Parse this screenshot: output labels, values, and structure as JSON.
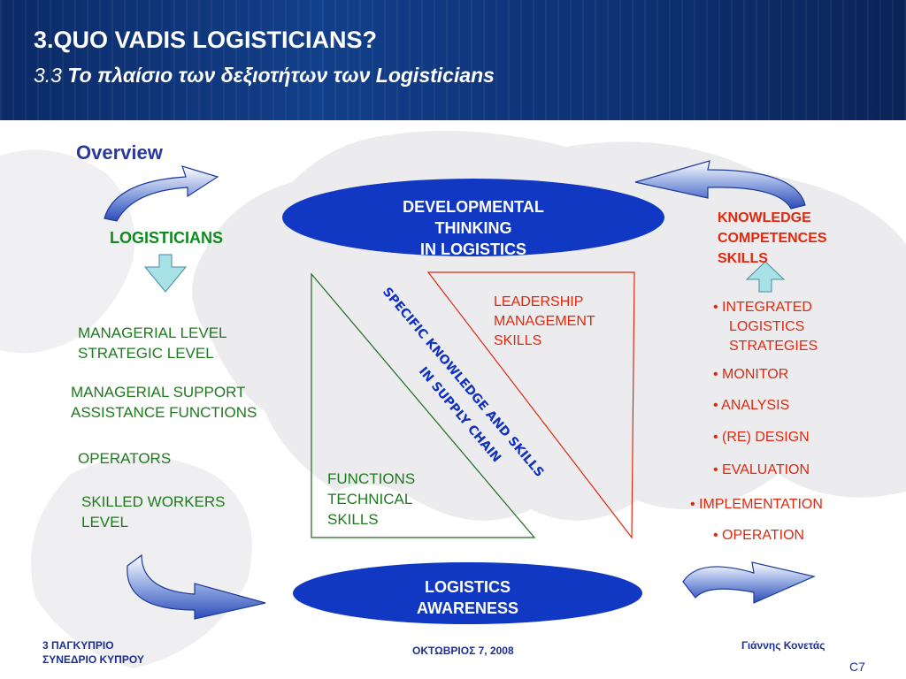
{
  "header": {
    "title": "3.QUO VADIS LOGISTICIANS?",
    "subtitle_num": "3.3",
    "subtitle_text": "Το πλαίσιο των δεξιοτήτων των Logisticians"
  },
  "overview": "Overview",
  "left": {
    "logisticians": "LOGISTICIANS",
    "managerial_level": "MANAGERIAL LEVEL",
    "strategic_level": "STRATEGIC LEVEL",
    "managerial_support": "MANAGERIAL SUPPORT",
    "assistance_functions": "ASSISTANCE FUNCTIONS",
    "operators": "OPERATORS",
    "skilled_workers": "SKILLED WORKERS",
    "level": "LEVEL"
  },
  "top_ellipse": {
    "line1": "DEVELOPMENTAL",
    "line2": "THINKING",
    "line3": "IN LOGISTICS"
  },
  "bottom_ellipse": {
    "line1": "LOGISTICS",
    "line2": "AWARENESS"
  },
  "triangle": {
    "red_line1": "LEADERSHIP",
    "red_line2": "MANAGEMENT",
    "red_line3": "SKILLS",
    "green_line1": "FUNCTIONS",
    "green_line2": "TECHNICAL",
    "green_line3": "SKILLS",
    "diag1": "SPECIFIC KNOWLEDGE AND SKILLS",
    "diag2": "IN SUPPLY CHAIN"
  },
  "right": {
    "knowledge": "KNOWLEDGE",
    "competences": "COMPETENCES",
    "skills": "SKILLS",
    "integrated_1": "INTEGRATED",
    "integrated_2": "LOGISTICS",
    "integrated_3": "STRATEGIES",
    "bullets": [
      "MONITOR",
      "ANALYSIS",
      "(RE) DESIGN",
      "EVALUATION",
      "IMPLEMENTATION",
      "OPERATION"
    ]
  },
  "footer": {
    "left_line1": "3 ΠΑΓΚΥΠΡΙΟ",
    "left_line2": "ΣΥΝΕΔΡΙΟ ΚΥΠΡΟΥ",
    "center": "ΟΚΤΩΒΡΙΟΣ  7, 2008",
    "right": "Γιάννης Κονετάς",
    "slide_num": "C7"
  },
  "colors": {
    "header_bg": "#0b2a66",
    "ellipse_blue": "#1038c2",
    "green_text": "#1e7a1e",
    "red_text": "#e0280f",
    "arrow_cyan": "#a8e2e6"
  }
}
